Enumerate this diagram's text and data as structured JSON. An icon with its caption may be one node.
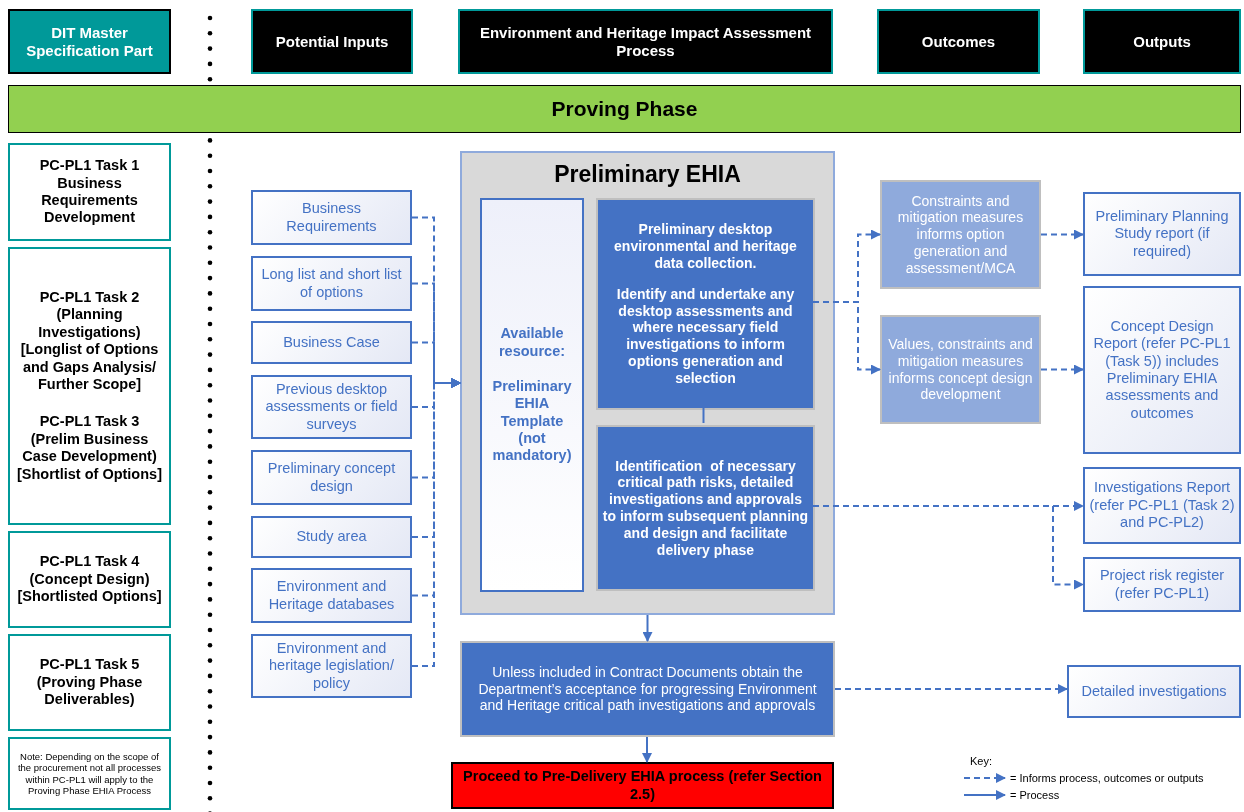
{
  "diagram": {
    "nodes": [
      {
        "text": [
          "DIT Master Specification Part"
        ]
      },
      {
        "text": [
          "Potential Inputs"
        ]
      },
      {
        "text": [
          "Environment and Heritage Impact Assessment Process"
        ]
      },
      {
        "text": [
          "Outcomes"
        ]
      },
      {
        "text": [
          "Outputs"
        ]
      },
      {
        "text": [
          "Proving Phase"
        ]
      },
      {
        "text": [
          "PC-PL1 Task 1 Business Requirements Development"
        ]
      },
      {
        "text": [
          "PC-PL1 Task 2 (Planning Investigations) [Longlist of Options and Gaps Analysis/ Further Scope]",
          "PC-PL1 Task 3 (Prelim Business Case Development) [Shortlist of Options]"
        ]
      },
      {
        "text": [
          "PC-PL1 Task 4 (Concept Design) [Shortlisted Options]"
        ]
      },
      {
        "text": [
          "PC-PL1 Task 5 (Proving Phase Deliverables)"
        ]
      },
      {
        "text": [
          "Note: Depending on the scope of the procurement not all processes within PC-PL1 will apply to the Proving Phase EHIA Process"
        ]
      },
      {
        "text": [
          "Business Requirements"
        ]
      },
      {
        "text": [
          "Long list and short list of options"
        ]
      },
      {
        "text": [
          "Business Case"
        ]
      },
      {
        "text": [
          "Previous desktop assessments or field surveys"
        ]
      },
      {
        "text": [
          "Preliminary concept design"
        ]
      },
      {
        "text": [
          "Study area"
        ]
      },
      {
        "text": [
          "Environment and Heritage databases"
        ]
      },
      {
        "text": [
          "Environment and heritage legislation/ policy"
        ]
      },
      {
        "text": [
          "Preliminary EHIA"
        ]
      },
      {
        "text": [
          "Available resource:",
          "Preliminary EHIA Template (not mandatory)"
        ],
        "in": 19
      },
      {
        "text": [
          "Preliminary desktop environmental and heritage data collection.",
          "Identify and undertake any desktop assessments and where necessary field investigations to inform options generation and selection"
        ],
        "in": 19
      },
      {
        "text": [
          "Identification  of necessary critical path risks, detailed investigations and approvals to inform subsequent planning and design and facilitate delivery phase"
        ],
        "in": 19
      },
      {
        "text": [
          "Constraints and mitigation measures informs option generation and assessment/MCA"
        ]
      },
      {
        "text": [
          "Values, constraints and mitigation measures informs concept design development"
        ]
      },
      {
        "text": [
          "Preliminary Planning Study report (if required)"
        ]
      },
      {
        "text": [
          "Concept Design Report (refer PC-PL1 (Task 5)) includes Preliminary EHIA assessments and outcomes"
        ]
      },
      {
        "text": [
          "Investigations Report (refer PC-PL1 (Task 2) and PC-PL2)"
        ]
      },
      {
        "text": [
          "Project risk register (refer PC-PL1)"
        ]
      },
      {
        "text": [
          "Unless included in Contract Documents obtain the Department’s acceptance for progressing Environment and Heritage critical path investigations and approvals"
        ]
      },
      {
        "text": [
          "Detailed investigations"
        ]
      },
      {
        "text": [
          "Proceed to Pre-Delivery EHIA process (refer Section 2.5)"
        ]
      }
    ],
    "edges": [
      {
        "from": 11,
        "to": 19,
        "arrow": "to",
        "style": "dashed"
      },
      {
        "from": 12,
        "to": 19,
        "arrow": "to",
        "style": "dashed"
      },
      {
        "from": 13,
        "to": 19,
        "arrow": "to",
        "style": "dashed"
      },
      {
        "from": 14,
        "to": 19,
        "arrow": "to",
        "style": "dashed"
      },
      {
        "from": 15,
        "to": 19,
        "arrow": "to",
        "style": "dashed"
      },
      {
        "from": 16,
        "to": 19,
        "arrow": "to",
        "style": "dashed"
      },
      {
        "from": 17,
        "to": 19,
        "arrow": "to",
        "style": "dashed"
      },
      {
        "from": 18,
        "to": 19,
        "arrow": "to",
        "style": "dashed"
      },
      {
        "from": 21,
        "to": 23,
        "arrow": "to",
        "style": "dashed"
      },
      {
        "from": 21,
        "to": 24,
        "arrow": "to",
        "style": "dashed"
      },
      {
        "from": 23,
        "to": 25,
        "arrow": "to",
        "style": "dashed"
      },
      {
        "from": 24,
        "to": 26,
        "arrow": "to",
        "style": "dashed"
      },
      {
        "from": 21,
        "to": 22,
        "arrow": "none"
      },
      {
        "from": 22,
        "to": 27,
        "arrow": "to",
        "style": "dashed"
      },
      {
        "from": 22,
        "to": 28,
        "arrow": "to",
        "style": "dashed"
      },
      {
        "from": 19,
        "to": 29,
        "arrow": "to"
      },
      {
        "from": 29,
        "to": 30,
        "arrow": "to",
        "style": "dashed"
      },
      {
        "from": 29,
        "to": 31,
        "arrow": "to"
      }
    ],
    "labels": [
      "Key:"
    ],
    "legend": [
      {
        "text": "= Informs process, outcomes or outputs"
      },
      {
        "text": "= Process"
      }
    ]
  }
}
